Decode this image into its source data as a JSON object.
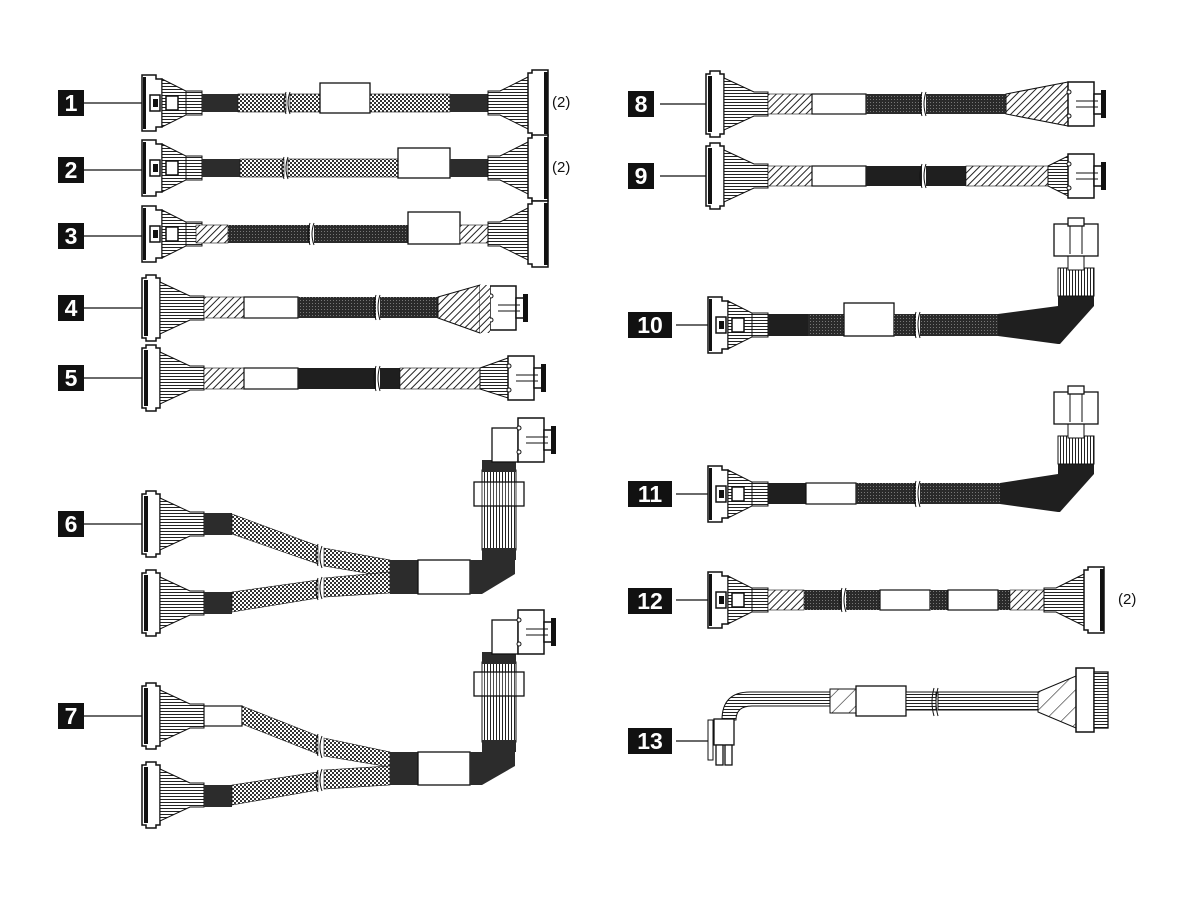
{
  "figure": {
    "type": "cable-identification-diagram",
    "items": [
      {
        "id": 1,
        "label": "1",
        "qty": "(2)",
        "left_connector": "latch-connector",
        "right_connector": "flat-connector"
      },
      {
        "id": 2,
        "label": "2",
        "qty": "(2)",
        "left_connector": "latch-connector",
        "right_connector": "flat-connector"
      },
      {
        "id": 3,
        "label": "3",
        "qty": "",
        "left_connector": "latch-connector",
        "right_connector": "flat-connector"
      },
      {
        "id": 4,
        "label": "4",
        "qty": "",
        "left_connector": "flat-connector",
        "right_connector": "square-connector"
      },
      {
        "id": 5,
        "label": "5",
        "qty": "",
        "left_connector": "flat-connector",
        "right_connector": "square-connector"
      },
      {
        "id": 6,
        "label": "6",
        "qty": "",
        "left_connector": "two-flat-connectors",
        "right_connector": "angled-square-connector"
      },
      {
        "id": 7,
        "label": "7",
        "qty": "",
        "left_connector": "two-flat-connectors",
        "right_connector": "angled-square-connector"
      },
      {
        "id": 8,
        "label": "8",
        "qty": "",
        "left_connector": "flat-connector",
        "right_connector": "square-connector"
      },
      {
        "id": 9,
        "label": "9",
        "qty": "",
        "left_connector": "flat-connector",
        "right_connector": "square-connector"
      },
      {
        "id": 10,
        "label": "10",
        "qty": "",
        "left_connector": "latch-connector",
        "right_connector": "right-angle-square-connector"
      },
      {
        "id": 11,
        "label": "11",
        "qty": "",
        "left_connector": "latch-connector",
        "right_connector": "right-angle-square-connector"
      },
      {
        "id": 12,
        "label": "12",
        "qty": "(2)",
        "left_connector": "latch-connector",
        "right_connector": "flat-connector"
      },
      {
        "id": 13,
        "label": "13",
        "qty": "",
        "left_connector": "power-connector",
        "right_connector": "wide-power-connector"
      }
    ]
  },
  "colors": {
    "background": "#ffffff",
    "ink": "#111111",
    "label_bg": "#111111",
    "label_text": "#ffffff"
  }
}
